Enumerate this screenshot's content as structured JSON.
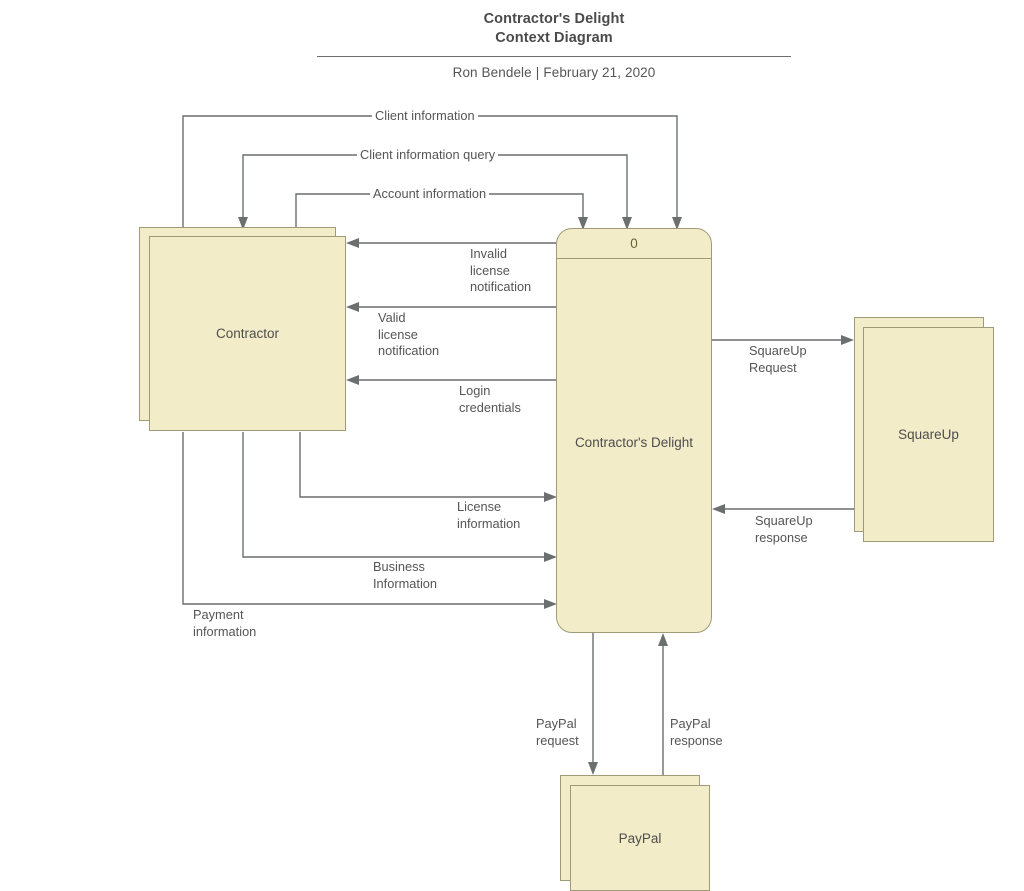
{
  "header": {
    "title_line1": "Contractor's Delight",
    "title_line2": "Context Diagram",
    "author": "Ron Bendele",
    "separator": "|",
    "date": "February 21, 2020"
  },
  "theme": {
    "entity_fill": "#f3ecc8",
    "entity_stroke": "#a09a78",
    "flow_stroke": "#6b6f6f",
    "text_color": "#4d4d4d",
    "background": "#ffffff"
  },
  "process": {
    "number": "0",
    "name": "Contractor's\nDelight"
  },
  "entities": [
    {
      "id": "contractor",
      "label": "Contractor"
    },
    {
      "id": "squareup",
      "label": "SquareUp"
    },
    {
      "id": "paypal",
      "label": "PayPal"
    }
  ],
  "flows": [
    {
      "id": "client-information",
      "label": "Client information",
      "from": "process",
      "to": "contractor"
    },
    {
      "id": "client-information-query",
      "label": "Client information query",
      "from": "contractor",
      "to": "process"
    },
    {
      "id": "account-information",
      "label": "Account information",
      "from": "contractor",
      "to": "process"
    },
    {
      "id": "invalid-license-notification",
      "label": "Invalid\nlicense\nnotification",
      "from": "process",
      "to": "contractor"
    },
    {
      "id": "valid-license-notification",
      "label": "Valid\nlicense\nnotification",
      "from": "process",
      "to": "contractor"
    },
    {
      "id": "login-credentials",
      "label": "Login\ncredentials",
      "from": "process",
      "to": "contractor"
    },
    {
      "id": "license-information",
      "label": "License\ninformation",
      "from": "contractor",
      "to": "process"
    },
    {
      "id": "business-information",
      "label": "Business\nInformation",
      "from": "contractor",
      "to": "process"
    },
    {
      "id": "payment-information",
      "label": "Payment\ninformation",
      "from": "contractor",
      "to": "process"
    },
    {
      "id": "squareup-request",
      "label": "SquareUp\nRequest",
      "from": "process",
      "to": "squareup"
    },
    {
      "id": "squareup-response",
      "label": "SquareUp\nresponse",
      "from": "squareup",
      "to": "process"
    },
    {
      "id": "paypal-request",
      "label": "PayPal\nrequest",
      "from": "process",
      "to": "paypal"
    },
    {
      "id": "paypal-response",
      "label": "PayPal\nresponse",
      "from": "paypal",
      "to": "process"
    }
  ]
}
